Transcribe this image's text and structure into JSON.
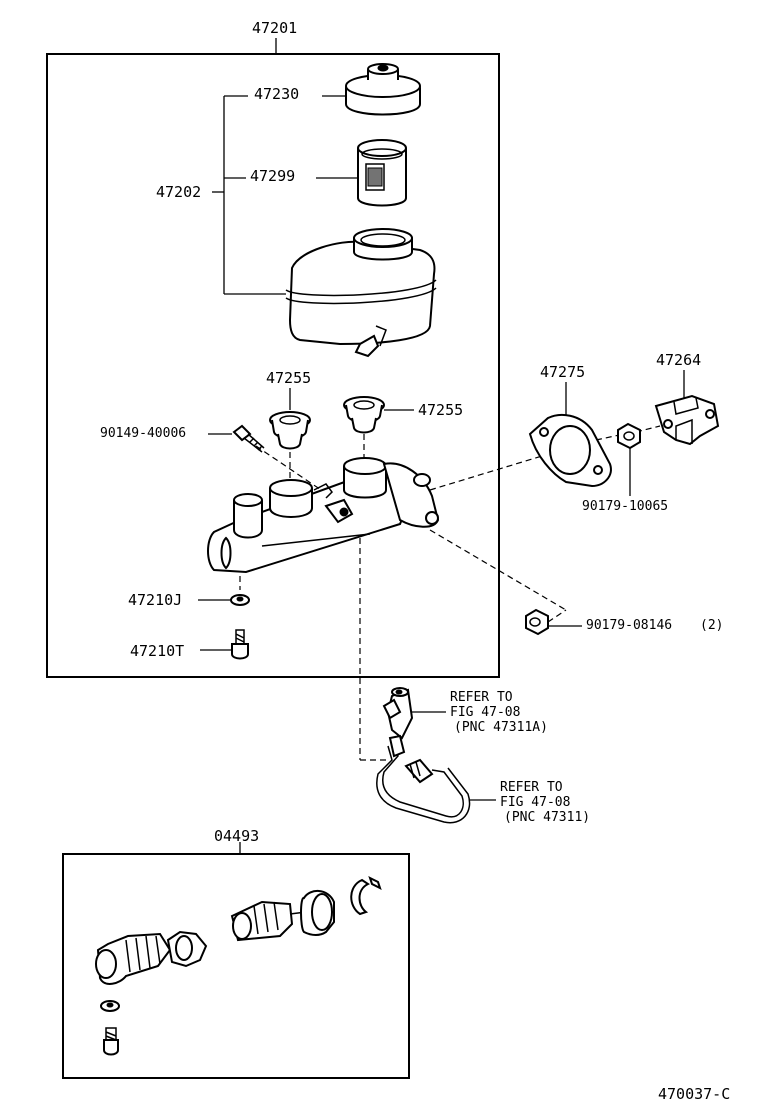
{
  "diagram": {
    "assembly_label": "47201",
    "kit_label": "04493",
    "figure_code": "470037-C",
    "parts": {
      "cap": "47230",
      "strainer": "47299",
      "reservoir": "47202",
      "grommet_left": "47255",
      "grommet_right": "47255",
      "union_bolt": "90149-40006",
      "gasket": "47275",
      "bracket": "47264",
      "bracket_nut": "90179-10065",
      "mount_nut": "90179-08146",
      "mount_nut_qty": "(2)",
      "plug_washer": "47210J",
      "plug_bolt": "47210T"
    },
    "refer_1": {
      "line1": "REFER TO",
      "line2": "FIG 47-08",
      "line3": "(PNC 47311A)"
    },
    "refer_2": {
      "line1": "REFER TO",
      "line2": "FIG 47-08",
      "line3": "(PNC 47311)"
    }
  }
}
